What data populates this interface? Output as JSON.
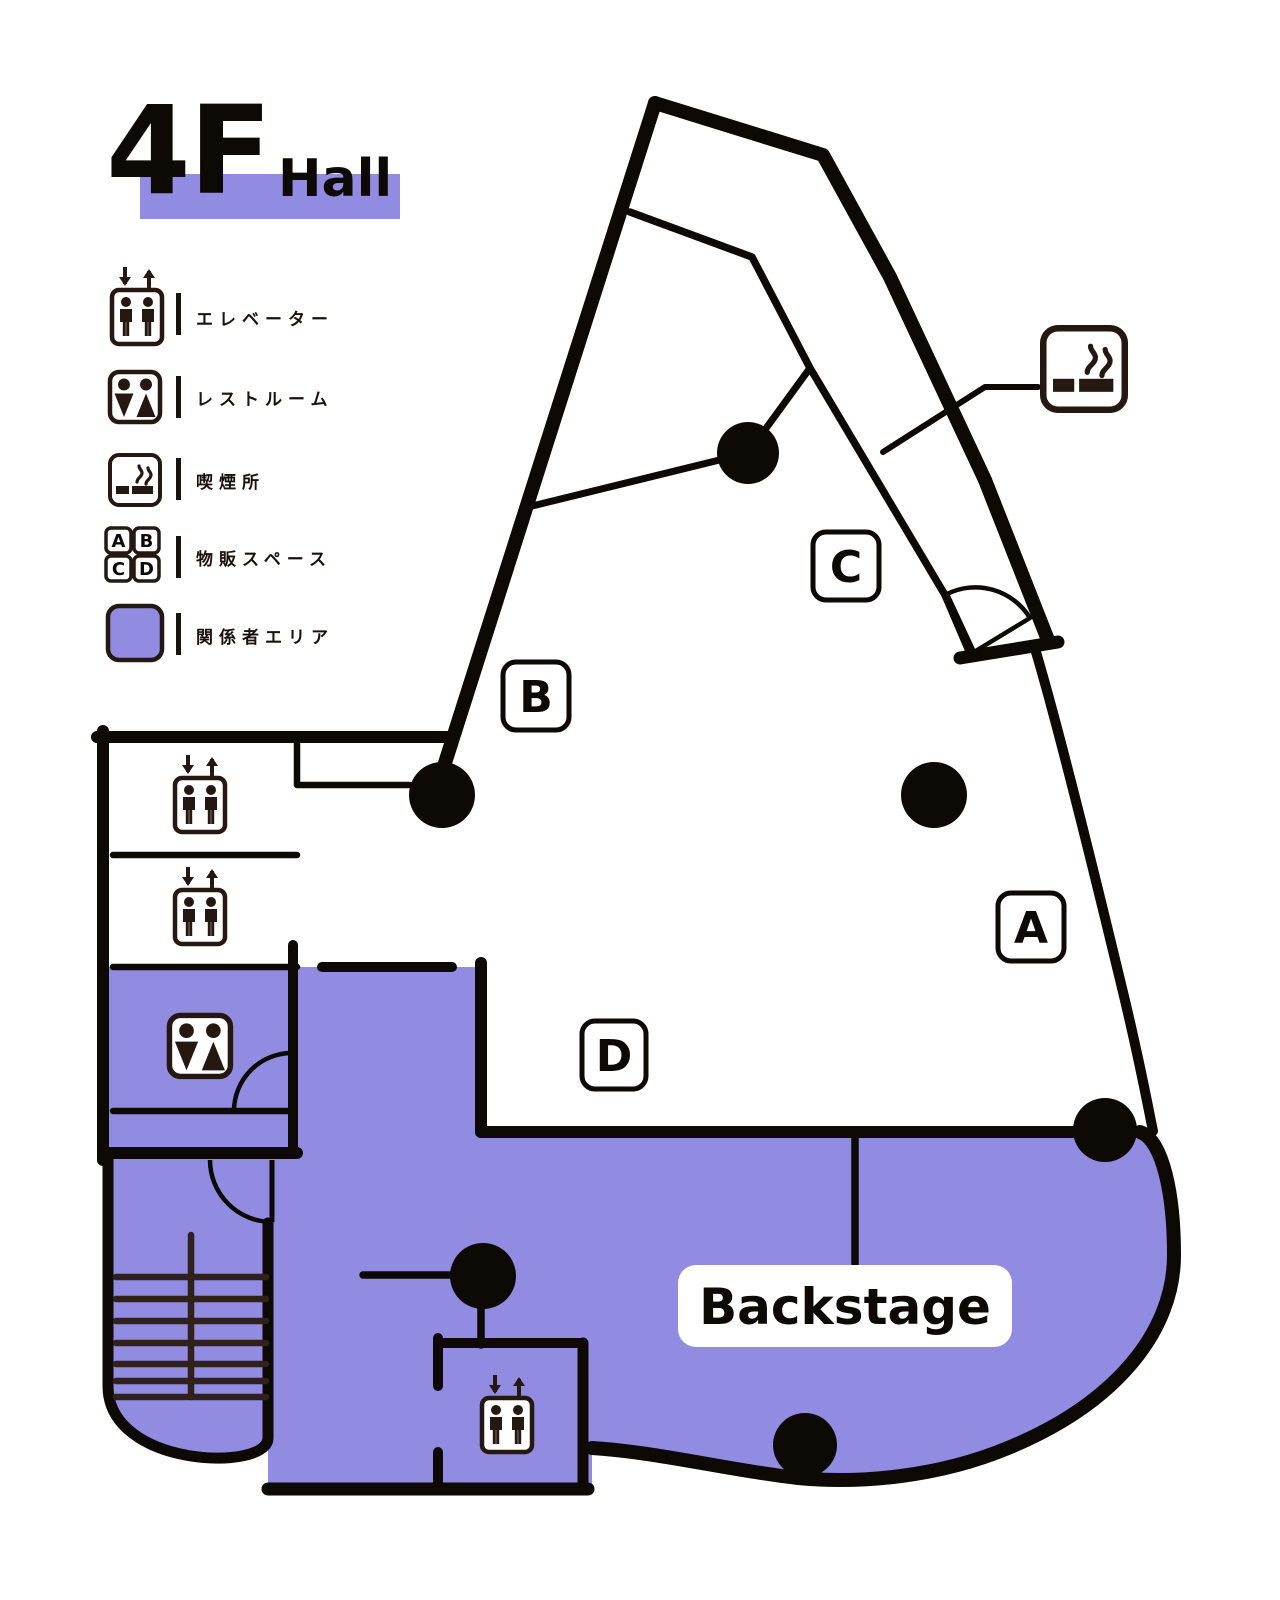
{
  "title": {
    "floor": "4F",
    "hall": "Hall"
  },
  "legend": {
    "items": [
      {
        "name": "elevator",
        "label": "エレベーター"
      },
      {
        "name": "restroom",
        "label": "レストルーム"
      },
      {
        "name": "smoking",
        "label": "喫煙所"
      },
      {
        "name": "merch-space",
        "label": "物販スペース"
      },
      {
        "name": "staff-area",
        "label": "関係者エリア"
      }
    ]
  },
  "merch_letters": [
    "A",
    "B",
    "C",
    "D"
  ],
  "map": {
    "backstage": "Backstage"
  },
  "colors": {
    "staff_area": "#918ce2",
    "wall": "#0d0a06",
    "icon_ink": "#241811",
    "stair_tread": "#30211a"
  }
}
